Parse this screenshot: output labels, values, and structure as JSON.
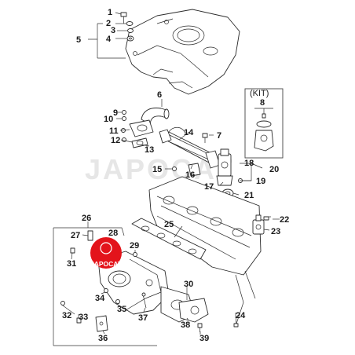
{
  "watermark": "JAPOCAT",
  "brand_badge": {
    "text": "JAPOCAT",
    "color": "#e3141b"
  },
  "kit_box": {
    "title": "(KIT)",
    "number": "8"
  },
  "callouts": {
    "c1": "1",
    "c2": "2",
    "c3": "3",
    "c4": "4",
    "c5": "5",
    "c6": "6",
    "c7": "7",
    "c9": "9",
    "c10": "10",
    "c11": "11",
    "c12": "12",
    "c13": "13",
    "c14": "14",
    "c15": "15",
    "c16": "16",
    "c17": "17",
    "c18": "18",
    "c19": "19",
    "c20": "20",
    "c21": "21",
    "c22": "22",
    "c23": "23",
    "c24": "24",
    "c25": "25",
    "c26": "26",
    "c27": "27",
    "c28": "28",
    "c29": "29",
    "c30": "30",
    "c31": "31",
    "c32": "32",
    "c33": "33",
    "c34": "34",
    "c35": "35",
    "c36": "36",
    "c37": "37",
    "c38": "38",
    "c39": "39"
  },
  "colors": {
    "line": "#2a2a2a",
    "badge": "#e3141b"
  }
}
